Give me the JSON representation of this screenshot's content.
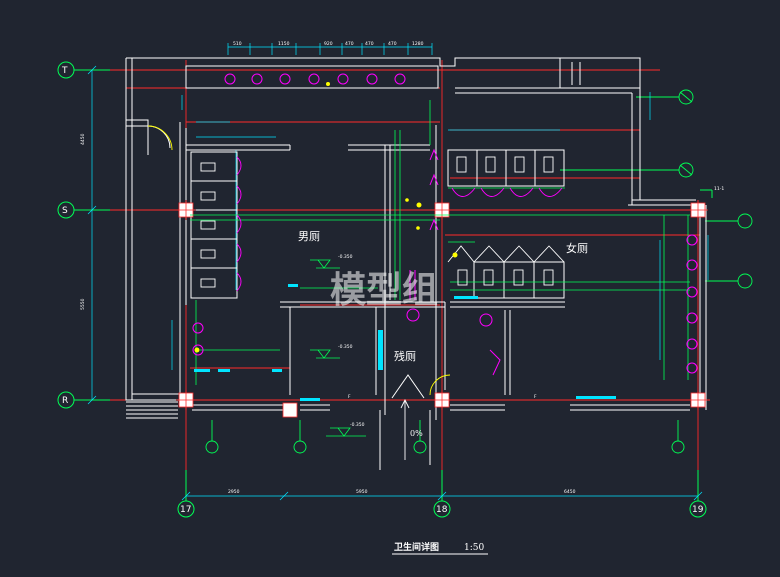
{
  "drawing": {
    "title": "卫生间详图",
    "scale": "1:50",
    "watermark": "模型组"
  },
  "rooms": {
    "mens": "男厕",
    "womens": "女厕",
    "accessible": "残厕"
  },
  "grid": {
    "rows": [
      "T",
      "S",
      "R"
    ],
    "cols": [
      "17",
      "18",
      "19"
    ]
  },
  "levels": {
    "mens": "-0.350",
    "mens_lower": "-0.350",
    "corridor": "-0.350"
  },
  "slope": "0%",
  "section_mark": "11-1",
  "door_marks": [
    "F",
    "F"
  ],
  "dims": {
    "left_vertical": [
      "4450",
      "5550"
    ],
    "bottom": [
      "2950",
      "5950",
      "6450"
    ],
    "top": [
      "510",
      "1150",
      "920",
      "470",
      "470",
      "470",
      "1280"
    ]
  },
  "colors": {
    "background": "#202530",
    "wall": "#ffffff",
    "axis": "#ff2a2a",
    "dimension": "#00e5ff",
    "fixture": "#ff00ff",
    "pipe": "#00ff55",
    "column": "#ffffff",
    "text_yellow": "#ffff00"
  }
}
